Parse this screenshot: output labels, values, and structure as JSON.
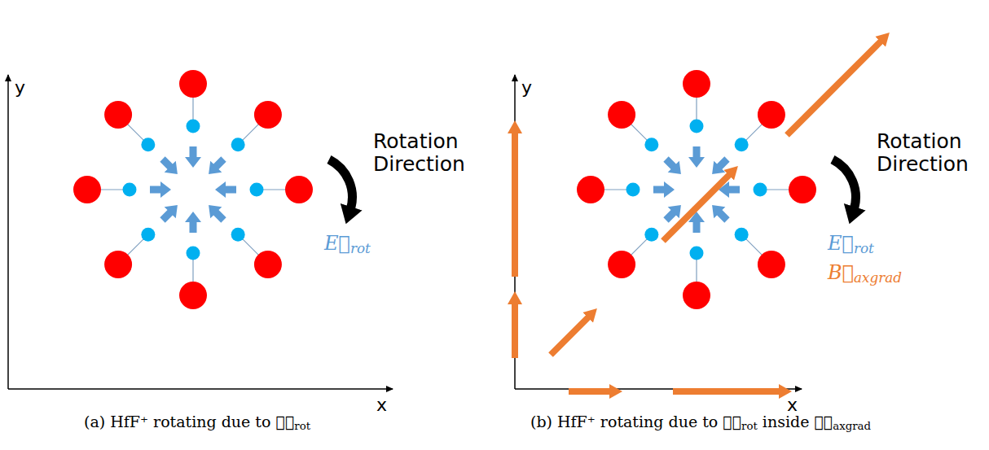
{
  "diagram": {
    "labels": [
      "y",
      "x",
      "Rotation Direction",
      "E⃗rot",
      "(a) HfF⁺ rotating due to ℰ⃗rot",
      "y",
      "x",
      "Rotation Direction",
      "E⃗rot",
      "B⃗axgrad",
      "(b) HfF⁺ rotating due to ℰ⃗rot inside ℬ⃗axgrad"
    ]
  }
}
